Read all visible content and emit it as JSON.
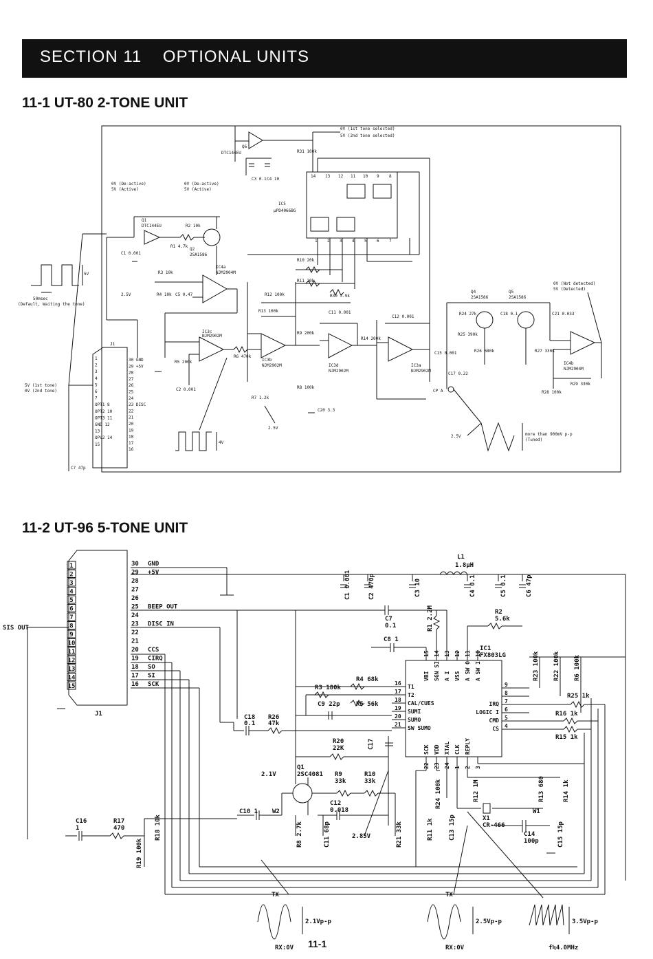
{
  "header": {
    "section_title": "SECTION 11    OPTIONAL UNITS"
  },
  "section1": {
    "title": "11-1  UT-80 2-TONE UNIT",
    "labels": {
      "ic5": "IC5",
      "ic5_part": "µPD4066BG",
      "q6": "Q6",
      "q6_part": "DTC144EU",
      "q1": "Q1",
      "q1_part": "DTC144EU",
      "q2": "Q2",
      "q2_part": "2SA1586",
      "q4": "Q4",
      "q4_part": "2SA1586",
      "q5": "Q5",
      "q5_part": "2SA1586",
      "ic4a": "IC4a",
      "ic4a_part": "NJM2904M",
      "ic4b": "IC4b",
      "ic4b_part": "NJM2904M",
      "ic3a": "IC3a",
      "ic3a_part": "NJM2902M",
      "ic3b": "IC3b",
      "ic3b_part": "NJM2902M",
      "ic3c": "IC3c",
      "ic3c_part": "NJM2902M",
      "ic3d": "IC3d",
      "ic3d_part": "NJM2902M",
      "tone_sel_1": "0V (1st tone selected)",
      "tone_sel_2": "5V (2nd tone selected)",
      "deactive_1": "0V (De-active)",
      "active_1": "5V (Active)",
      "deactive_2": "0V (De-active)",
      "active_2": "5V (Active)",
      "not_detected": "0V (Not detected)",
      "detected": "5V (Detected)",
      "wait_time": "50msec",
      "wait_note": "(Default, Waiting the tone)",
      "five_v": "5V",
      "four_v": "4V",
      "tone_1st": "5V (1st tone)",
      "tone_2nd": "0V (2nd tone)",
      "v25a": "2.5V",
      "v25b": "2.5V",
      "v25c": "2.5V",
      "cp_a": "CP A",
      "tuned": "more than 900mV p-p",
      "tuned2": "(Tuned)",
      "j1": "J1",
      "c7": "C7 47p",
      "r31": "R31 100k",
      "c3": "C3 0.1",
      "c4": "C4 10",
      "c1": "C1 0.001",
      "r1": "R1 4.7k",
      "r2": "R2 10k",
      "r3": "R3 10k",
      "r4": "R4 10k",
      "c5": "C5 0.47",
      "r10": "R10 20k",
      "r11": "R11 20k",
      "r30": "R30 3.9k",
      "r12": "R12 100k",
      "r13": "R13 100k",
      "c11": "C11 0.001",
      "c12": "C12 0.001",
      "r9": "R9 200k",
      "r14": "R14 200k",
      "r5": "R5 200k",
      "r6": "R6 470k",
      "c2": "C2 0.001",
      "r7": "R7 1.2k",
      "r8": "R8 100k",
      "c20": "C20 3.3",
      "r24": "R24 27k",
      "c18": "C18 0.1",
      "c21": "C21 0.033",
      "r25": "R25 390k",
      "r26": "R26 680k",
      "r27": "R27 330k",
      "c15": "C15 0.001",
      "c17": "C17 0.22",
      "r28": "R28 100k",
      "r29": "R29 330k"
    },
    "j1_pins_left": [
      "1",
      "2",
      "3",
      "4",
      "5",
      "6",
      "7",
      "OPT1 8",
      "OPT2 10",
      "OPT3 11",
      "GND 12",
      "13",
      "OPV2 14",
      "15"
    ],
    "j1_pins_right": [
      "30 GND",
      "29 +5V",
      "28",
      "27",
      "26",
      "25",
      "24",
      "23 DISC",
      "22",
      "21",
      "20",
      "19",
      "18",
      "17",
      "16"
    ]
  },
  "section2": {
    "title": "11-2  UT-96 5-TONE UNIT",
    "j1_label": "J1",
    "pins_left": [
      "1",
      "2",
      "3",
      "4",
      "5",
      "6",
      "7",
      "8",
      "9",
      "10",
      "11",
      "12",
      "13",
      "14",
      "15"
    ],
    "pins_right": [
      "30",
      "29",
      "28",
      "27",
      "26",
      "25",
      "24",
      "23",
      "22",
      "21",
      "20",
      "19",
      "18",
      "17",
      "16"
    ],
    "pin_names_right": [
      "GND",
      "+5V",
      "",
      "",
      "",
      "BEEP OUT",
      "",
      "DISC IN",
      "",
      "",
      "CCS",
      "CIRQ",
      "SO",
      "SI",
      "SCK"
    ],
    "sis_out": "SIS OUT",
    "ic1": "IC1",
    "ic1_part": "FX803LG",
    "ic_pins_top": [
      "VBI",
      "SGN SI",
      "A I",
      "VSS",
      "A SW O",
      "A SW I"
    ],
    "ic_pins_left": [
      "T1",
      "T2",
      "CAL/CUES",
      "SUMI",
      "SUMO",
      "SW SUMO"
    ],
    "ic_pins_right": [
      "IRQ",
      "LOGIC I",
      "CMD",
      "CS"
    ],
    "ic_pins_bottom": [
      "SCK",
      "VDD",
      "XTAL",
      "CLK",
      "REPLY"
    ],
    "ic_pin_nums_left": [
      "16",
      "17",
      "18",
      "19",
      "20",
      "21"
    ],
    "ic_pin_nums_top": [
      "15",
      "14",
      "13",
      "12",
      "11",
      "10"
    ],
    "ic_pin_nums_right": [
      "9",
      "8",
      "7",
      "6",
      "5",
      "4"
    ],
    "ic_pin_nums_bottom": [
      "22",
      "23",
      "24",
      "1",
      "2",
      "3"
    ],
    "parts": {
      "l1": "L1",
      "l1v": "1.8µH",
      "c1": "C1 0.001",
      "c2": "C2 470p",
      "c3": "C3 10",
      "c4": "C4 0.1",
      "c5": "C5 0.1",
      "c6": "C6 47p",
      "c7": "C7",
      "c7v": "0.1",
      "c8": "C8 1",
      "r1": "R1 2.2M",
      "r2": "R2",
      "r2v": "5.6k",
      "r3": "R3 180k",
      "r4": "R4 68k",
      "r5": "R5 56k",
      "c9": "C9 22p",
      "c18": "C18",
      "c18v": "0.1",
      "r26": "R26",
      "r26v": "47k",
      "r20": "R20",
      "r20v": "22K",
      "c17": "C17",
      "q1": "Q1",
      "q1_part": "2SC4081",
      "v21": "2.1V",
      "r9": "R9",
      "r9v": "33k",
      "r10": "R10",
      "r10v": "33k",
      "c12": "C12",
      "c12v": "0.018",
      "c11": "C11 68p",
      "r8": "R8 2.7k",
      "v285": "2.85V",
      "r21": "R21 33k",
      "c10": "C10 1",
      "w2": "W2",
      "c16": "C16",
      "c16v": "1",
      "r17": "R17",
      "r17v": "470",
      "r18": "R18 10k",
      "r19": "R19 100k",
      "r23": "R23 100k",
      "r22": "R22 100k",
      "r6": "R6 100k",
      "r25": "R25 1k",
      "r16": "R16 1k",
      "r15": "R15 1k",
      "r24": "R24 100k",
      "r12": "R12 1M",
      "r11": "R11 1k",
      "c13": "C13 15p",
      "x1": "X1",
      "x1_part": "CR-466",
      "c14": "C14",
      "c14v": "100p",
      "r13": "R13 680",
      "r14": "R14 1k",
      "w1": "W1",
      "c15": "C15 15p"
    },
    "waveforms": {
      "tx1": "TX",
      "rx1": "RX:0V",
      "amp1": "2.1Vp-p",
      "tx2": "TX",
      "rx2": "RX:0V",
      "amp2": "2.5Vp-p",
      "amp3": "3.5Vp-p",
      "freq3": "f≒4.0MHz"
    }
  },
  "footer": {
    "page": "11-1"
  }
}
